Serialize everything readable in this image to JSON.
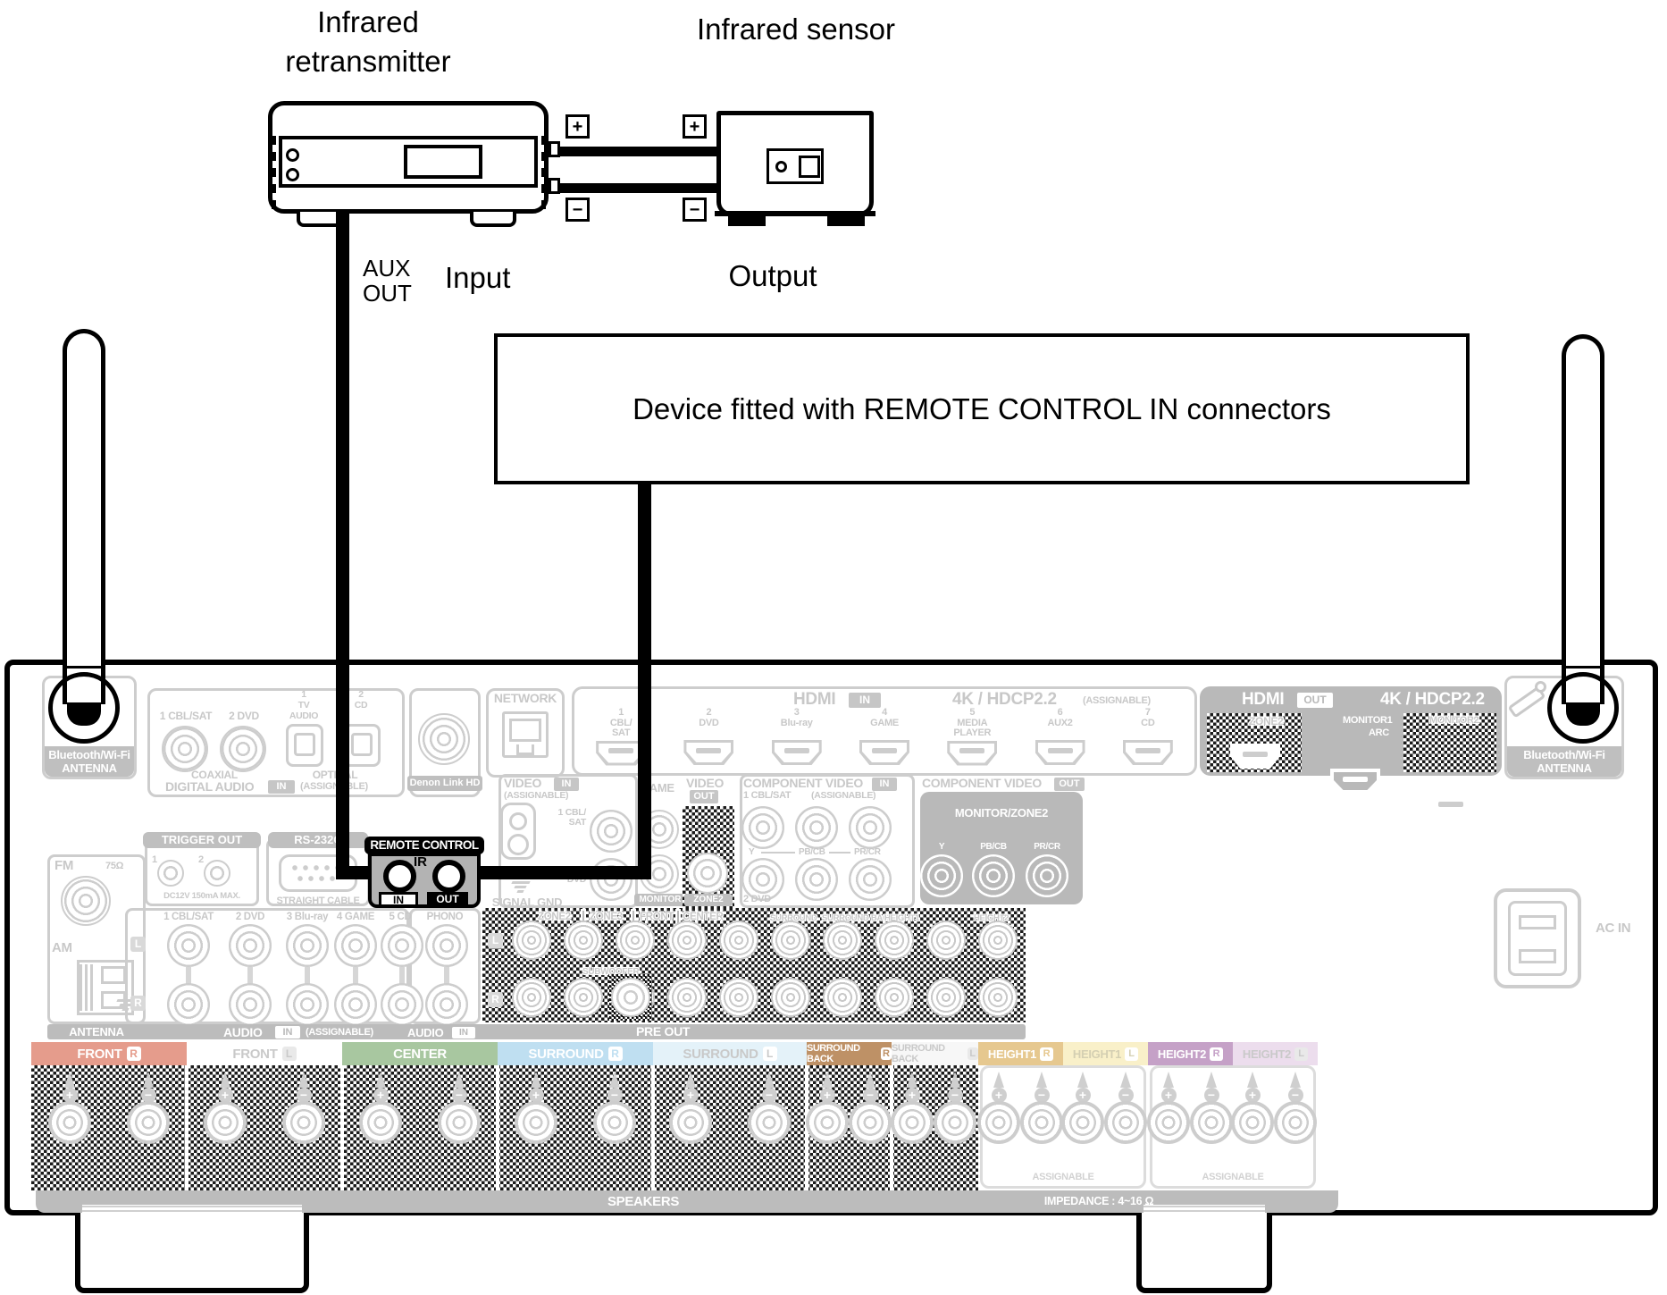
{
  "diagram": {
    "retransmitter_title_1": "Infrared",
    "retransmitter_title_2": "retransmitter",
    "sensor_title": "Infrared sensor",
    "plus": "+",
    "minus": "−",
    "aux_line1": "AUX",
    "aux_line2": "OUT",
    "input_label": "Input",
    "output_label": "Output",
    "device_box_text": "Device fitted with REMOTE CONTROL IN connectors"
  },
  "panel": {
    "bt_antenna": {
      "line1": "Bluetooth/Wi-Fi",
      "line2": "ANTENNA"
    },
    "digital_audio": {
      "coax1": "1 CBL/SAT",
      "coax2": "2 DVD",
      "coaxial": "COAXIAL",
      "opt1": [
        "1",
        "TV",
        "AUDIO"
      ],
      "opt2": [
        "2",
        "CD"
      ],
      "optical": "OPTICAL",
      "title": "DIGITAL AUDIO",
      "in_chip": "IN",
      "assignable": "(ASSIGNABLE)"
    },
    "denon_link": "Denon Link HD",
    "network": "NETWORK",
    "hdmi_in": {
      "title": "HDMI",
      "in_chip": "IN",
      "spec": "4K / HDCP2.2",
      "assignable": "(ASSIGNABLE)",
      "ports": [
        {
          "num": "1",
          "name1": "CBL/",
          "name2": "SAT"
        },
        {
          "num": "2",
          "name1": "DVD",
          "name2": ""
        },
        {
          "num": "3",
          "name1": "Blu-ray",
          "name2": ""
        },
        {
          "num": "4",
          "name1": "GAME",
          "name2": ""
        },
        {
          "num": "5",
          "name1": "MEDIA",
          "name2": "PLAYER"
        },
        {
          "num": "6",
          "name1": "AUX2",
          "name2": ""
        },
        {
          "num": "7",
          "name1": "CD",
          "name2": ""
        }
      ]
    },
    "hdmi_out": {
      "title": "HDMI",
      "out_chip": "OUT",
      "spec": "4K / HDCP2.2",
      "zone2": "ZONE2",
      "monitor1": "MONITOR1",
      "arc": "ARC",
      "monitor2": "MONITOR2"
    },
    "tuner": {
      "fm": "FM",
      "ohm": "75Ω",
      "am": "AM",
      "antenna": "ANTENNA"
    },
    "trigger_out": {
      "title": "TRIGGER OUT",
      "jack1": "1",
      "jack2": "2",
      "spec": "DC12V 150mA MAX."
    },
    "rs232c": {
      "title": "RS-232C",
      "spec": "STRAIGHT CABLE"
    },
    "remote_control": {
      "title": "REMOTE CONTROL",
      "ir": "IR",
      "in": "IN",
      "out": "OUT"
    },
    "signal_gnd": "SIGNAL GND",
    "video": {
      "title": "VIDEO",
      "in_chip": "IN",
      "assignable": "(ASSIGNABLE)",
      "in1a": "1 CBL/",
      "in1b": "SAT",
      "in2a": "2",
      "in2b": "DVD",
      "game": "GAME",
      "monitor": "MONITOR",
      "out_title": "VIDEO",
      "out_chip": "OUT",
      "zone2": "ZONE2"
    },
    "component_in": {
      "title": "COMPONENT VIDEO",
      "in_chip": "IN",
      "assignable": "(ASSIGNABLE)",
      "row1": "1 CBL/SAT",
      "y": "Y",
      "pb": "PB/CB",
      "pr": "PR/CR",
      "row2": "2 DVD"
    },
    "component_out": {
      "title": "COMPONENT VIDEO",
      "out_chip": "OUT",
      "monitor": "MONITOR/ZONE2",
      "y": "Y",
      "pb": "PB/CB",
      "pr": "PR/CR"
    },
    "bottom_strip": {
      "antenna": "ANTENNA",
      "audio": "AUDIO",
      "in_chip": "IN",
      "assignable": "(ASSIGNABLE)",
      "audio2": "AUDIO",
      "in_chip2": "IN",
      "preout": "PRE OUT"
    },
    "audio_in": {
      "cols": [
        "1 CBL/SAT",
        "2 DVD",
        "3 Blu-ray",
        "4 GAME",
        "5 CD",
        "PHONO"
      ],
      "left": "L",
      "right": "R"
    },
    "pre_out": {
      "zone2": "ZONE2",
      "zone3": "ZONE3",
      "front": "FRONT",
      "center": "CENTER",
      "surround": "SURROUND",
      "surround_back": "SURROUND BACK",
      "height1": "HEIGHT1",
      "height2": "HEIGHT2",
      "subwoofer": "SUBWOOFER",
      "sub_nums": "1 2",
      "left": "L",
      "right": "R"
    },
    "ac_in": "AC IN",
    "speakers": {
      "channels": [
        {
          "name": "FRONT",
          "side": "R",
          "bg": "#E59C8C",
          "fg": "#FFFFFF",
          "chip_fg": "#E59C8C"
        },
        {
          "name": "FRONT",
          "side": "L",
          "bg": "#FFFFFF",
          "fg": "#C9C9C9",
          "chip_fg": "#C9C9C9"
        },
        {
          "name": "CENTER",
          "side": "",
          "bg": "#A8C7A0",
          "fg": "#FFFFFF",
          "chip_fg": "#A8C7A0"
        },
        {
          "name": "SURROUND",
          "side": "R",
          "bg": "#BFDFF1",
          "fg": "#FFFFFF",
          "chip_fg": "#BFDFF1"
        },
        {
          "name": "SURROUND",
          "side": "L",
          "bg": "#E4F2F9",
          "fg": "#C9C9C9",
          "chip_fg": "#C9C9C9"
        },
        {
          "name": "SURROUND BACK",
          "side": "R",
          "bg": "#BE9166",
          "fg": "#FFFFFF",
          "chip_fg": "#BE9166"
        },
        {
          "name": "SURROUND BACK",
          "side": "L",
          "bg": "#F7F7F7",
          "fg": "#C9C9C9",
          "chip_fg": "#C9C9C9"
        },
        {
          "name": "HEIGHT1",
          "side": "R",
          "bg": "#E6C88F",
          "fg": "#FFFFFF",
          "chip_fg": "#E6C88F"
        },
        {
          "name": "HEIGHT1",
          "side": "L",
          "bg": "#F9F0C9",
          "fg": "#D4CFB2",
          "chip_fg": "#D4CFB2"
        },
        {
          "name": "HEIGHT2",
          "side": "R",
          "bg": "#C5A1C7",
          "fg": "#FFFFFF",
          "chip_fg": "#C5A1C7"
        },
        {
          "name": "HEIGHT2",
          "side": "L",
          "bg": "#ECDDED",
          "fg": "#C9C9C9",
          "chip_fg": "#C9C9C9"
        }
      ],
      "assignable": "ASSIGNABLE",
      "speakers_label": "SPEAKERS",
      "impedance": "IMPEDANCE : 4~16 Ω",
      "plus": "+",
      "minus": "−"
    },
    "accent_highlight": "#000000",
    "faded_gray": "#C9C9C9"
  }
}
